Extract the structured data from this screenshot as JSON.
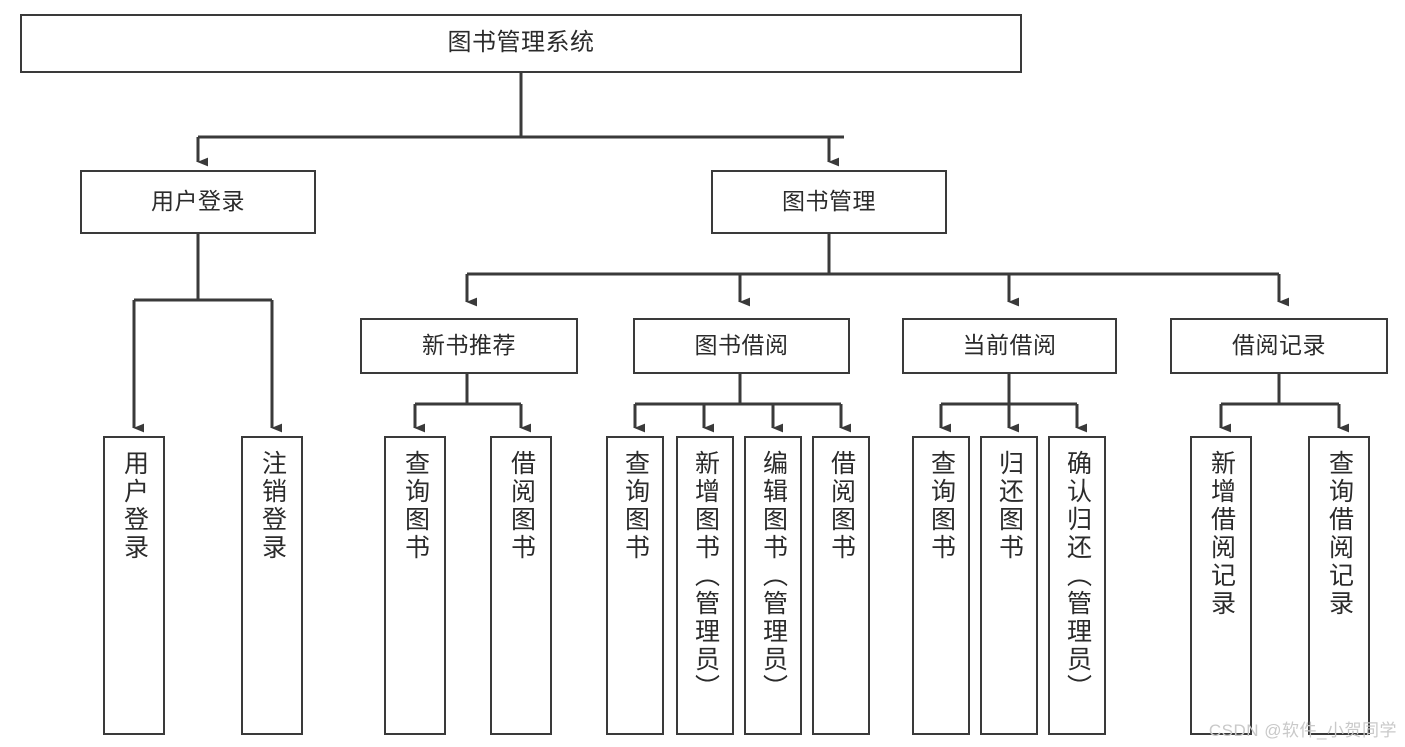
{
  "diagram": {
    "title": "图书管理系统",
    "watermark": "CSDN @软件_小贺同学",
    "type": "tree-hierarchy",
    "orientation": "top-down",
    "line_color": "#3a3a3a",
    "box_fill": "#ffffff",
    "text_color": "#2b2b2b",
    "nodes": {
      "root": {
        "label": "图书管理系统",
        "level": 1
      },
      "user_login": {
        "label": "用户登录",
        "level": 2
      },
      "book_manage": {
        "label": "图书管理",
        "level": 2
      },
      "new_book_rec": {
        "label": "新书推荐",
        "level": 3
      },
      "book_borrow": {
        "label": "图书借阅",
        "level": 3
      },
      "current_borrow": {
        "label": "当前借阅",
        "level": 3
      },
      "borrow_record": {
        "label": "借阅记录",
        "level": 3
      },
      "leaf_user_login": {
        "label": "用户登录",
        "level": 4
      },
      "leaf_logout": {
        "label": "注销登录",
        "level": 4
      },
      "leaf_query_book_a": {
        "label": "查询图书",
        "level": 4
      },
      "leaf_borrow_book_a": {
        "label": "借阅图书",
        "level": 4
      },
      "leaf_query_book_b": {
        "label": "查询图书",
        "level": 4
      },
      "leaf_add_book": {
        "label": "新增图书（管理员）",
        "level": 4
      },
      "leaf_edit_book": {
        "label": "编辑图书（管理员）",
        "level": 4
      },
      "leaf_borrow_book_b": {
        "label": "借阅图书",
        "level": 4
      },
      "leaf_query_book_c": {
        "label": "查询图书",
        "level": 4
      },
      "leaf_return_book": {
        "label": "归还图书",
        "level": 4
      },
      "leaf_confirm_return": {
        "label": "确认归还（管理员）",
        "level": 4
      },
      "leaf_add_record": {
        "label": "新增借阅记录",
        "level": 4
      },
      "leaf_query_record": {
        "label": "查询借阅记录",
        "level": 4
      }
    },
    "edges": [
      {
        "from": "root",
        "to": "user_login"
      },
      {
        "from": "root",
        "to": "book_manage"
      },
      {
        "from": "user_login",
        "to": "leaf_user_login"
      },
      {
        "from": "user_login",
        "to": "leaf_logout"
      },
      {
        "from": "book_manage",
        "to": "new_book_rec"
      },
      {
        "from": "book_manage",
        "to": "book_borrow"
      },
      {
        "from": "book_manage",
        "to": "current_borrow"
      },
      {
        "from": "book_manage",
        "to": "borrow_record"
      },
      {
        "from": "new_book_rec",
        "to": "leaf_query_book_a"
      },
      {
        "from": "new_book_rec",
        "to": "leaf_borrow_book_a"
      },
      {
        "from": "book_borrow",
        "to": "leaf_query_book_b"
      },
      {
        "from": "book_borrow",
        "to": "leaf_add_book"
      },
      {
        "from": "book_borrow",
        "to": "leaf_edit_book"
      },
      {
        "from": "book_borrow",
        "to": "leaf_borrow_book_b"
      },
      {
        "from": "current_borrow",
        "to": "leaf_query_book_c"
      },
      {
        "from": "current_borrow",
        "to": "leaf_return_book"
      },
      {
        "from": "current_borrow",
        "to": "leaf_confirm_return"
      },
      {
        "from": "borrow_record",
        "to": "leaf_add_record"
      },
      {
        "from": "borrow_record",
        "to": "leaf_query_record"
      }
    ]
  }
}
